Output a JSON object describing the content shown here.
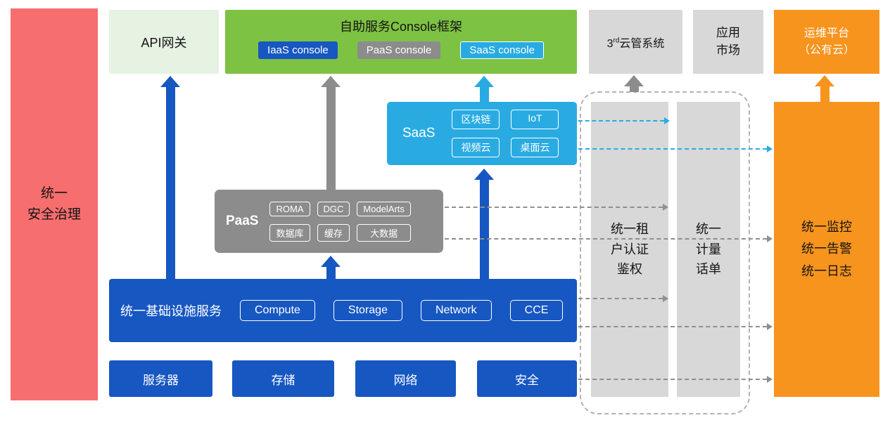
{
  "colors": {
    "red": "#F66E6E",
    "pale_green": "#E6F2E2",
    "green": "#7EC243",
    "blue": "#1757C2",
    "gray_box": "#8C8C8C",
    "light_gray": "#D8D8D8",
    "cyan": "#29ABE2",
    "orange": "#F7941E"
  },
  "left_bar": {
    "label": "统一\n安全治理"
  },
  "top": {
    "api_gateway": {
      "label": "API网关"
    },
    "console_frame": {
      "title": "自助服务Console框架",
      "consoles": [
        {
          "label": "IaaS console"
        },
        {
          "label": "PaaS console"
        },
        {
          "label": "SaaS console"
        }
      ]
    },
    "third_party": {
      "base": "3",
      "sup": "rd",
      "rest": "云管系统"
    },
    "app_market": {
      "label": "应用\n市场"
    },
    "om_platform": {
      "label": "运维平台\n（公有云）"
    }
  },
  "saas": {
    "label": "SaaS",
    "items": [
      "区块链",
      "IoT",
      "视频云",
      "桌面云"
    ]
  },
  "paas": {
    "label": "PaaS",
    "items": [
      "ROMA",
      "DGC",
      "ModelArts",
      "数据库",
      "缓存",
      "大数据"
    ]
  },
  "infra": {
    "label": "统一基础设施服务",
    "items": [
      "Compute",
      "Storage",
      "Network",
      "CCE"
    ]
  },
  "foundation": {
    "items": [
      "服务器",
      "存储",
      "网络",
      "安全"
    ]
  },
  "right": {
    "auth_bar": {
      "label": "统一租\n户认证\n鉴权"
    },
    "metering_bar": {
      "label": "统一\n计量\n话单"
    },
    "monitor_bar": {
      "label": "统一监控\n统一告警\n统一日志"
    }
  }
}
